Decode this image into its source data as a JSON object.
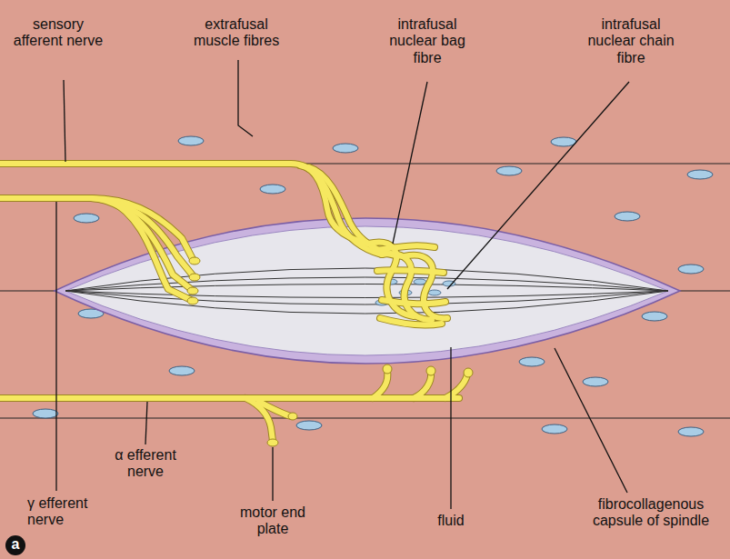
{
  "diagram": {
    "labels": [
      "sensory afferent nerve",
      "extrafusal muscle fibres",
      "intrafusal nuclear bag fibre",
      "intrafusal nuclear chain fibre",
      "γ efferent nerve",
      "a",
      "α efferent nerve",
      "motor end plate",
      "fluid",
      "fibrocollagenous capsule of spindle"
    ]
  }
}
